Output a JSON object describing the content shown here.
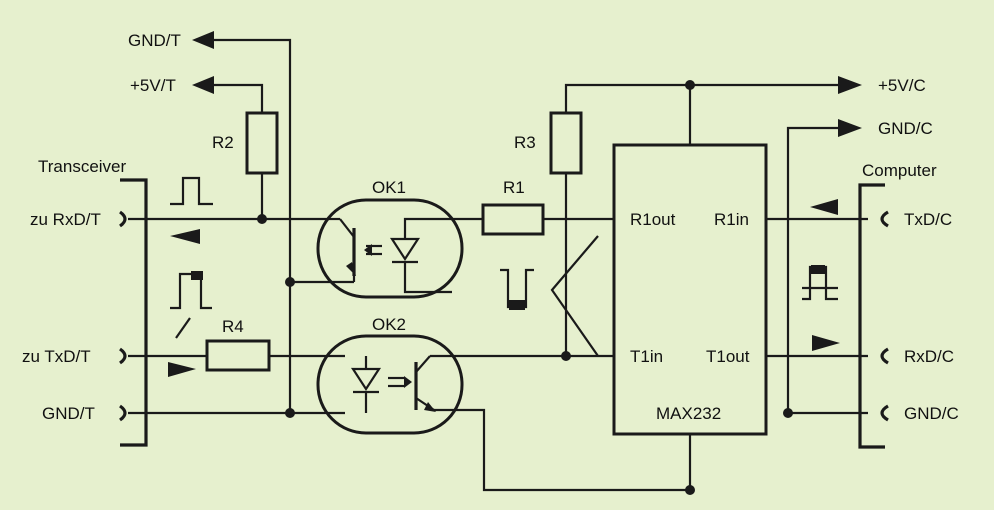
{
  "diagram": {
    "left_group_label": "Transceiver",
    "right_group_label": "Computer",
    "rails": {
      "gnd_t": "GND/T",
      "vcc_t": "+5V/T",
      "vcc_c": "+5V/C",
      "gnd_c": "GND/C"
    },
    "left_ports": {
      "rxd": "zu RxD/T",
      "txd": "zu TxD/T",
      "gnd": "GND/T"
    },
    "right_ports": {
      "txd": "TxD/C",
      "rxd": "RxD/C",
      "gnd": "GND/C"
    },
    "components": {
      "r1": "R1",
      "r2": "R2",
      "r3": "R3",
      "r4": "R4",
      "ok1": "OK1",
      "ok2": "OK2",
      "ic": "MAX232",
      "pin_r1out": "R1out",
      "pin_r1in": "R1in",
      "pin_t1in": "T1in",
      "pin_t1out": "T1out"
    },
    "colors": {
      "background": "#e6f0ce",
      "ink": "#1a1a1a"
    }
  }
}
